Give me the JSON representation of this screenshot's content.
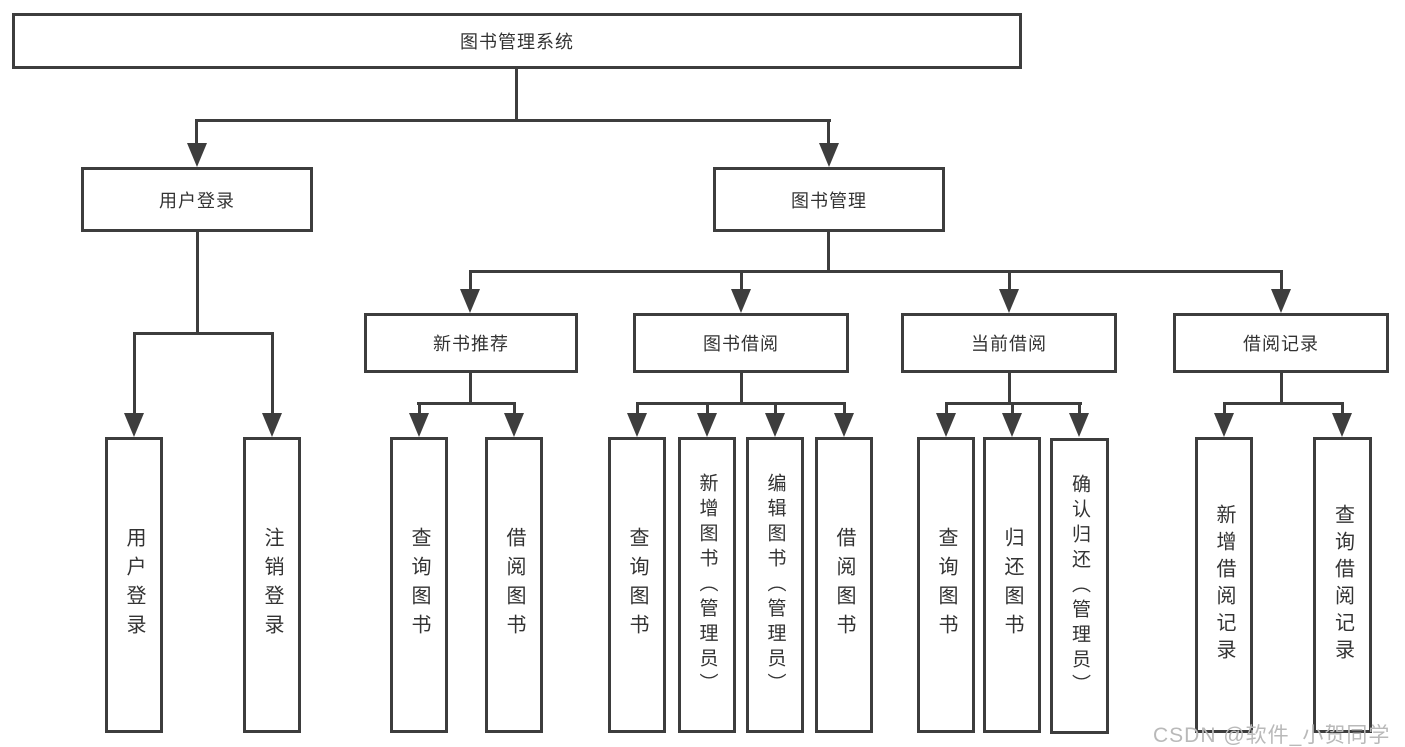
{
  "tree": {
    "root": {
      "label": "图书管理系统"
    },
    "branches": [
      {
        "label": "用户登录",
        "leaves": [
          {
            "label": "用户登录"
          },
          {
            "label": "注销登录"
          }
        ]
      },
      {
        "label": "图书管理",
        "groups": [
          {
            "label": "新书推荐",
            "leaves": [
              {
                "label": "查询图书"
              },
              {
                "label": "借阅图书"
              }
            ]
          },
          {
            "label": "图书借阅",
            "leaves": [
              {
                "label": "查询图书"
              },
              {
                "label": "新增图书（管理员）"
              },
              {
                "label": "编辑图书（管理员）"
              },
              {
                "label": "借阅图书"
              }
            ]
          },
          {
            "label": "当前借阅",
            "leaves": [
              {
                "label": "查询图书"
              },
              {
                "label": "归还图书"
              },
              {
                "label": "确认归还（管理员）"
              }
            ]
          },
          {
            "label": "借阅记录",
            "leaves": [
              {
                "label": "新增借阅记录"
              },
              {
                "label": "查询借阅记录"
              }
            ]
          }
        ]
      }
    ]
  },
  "watermark": {
    "text": "CSDN @软件_小贺同学"
  },
  "colors": {
    "line": "#3d3d3d",
    "text": "#333333",
    "watermark": "#b9b9b9",
    "background": "#ffffff"
  }
}
